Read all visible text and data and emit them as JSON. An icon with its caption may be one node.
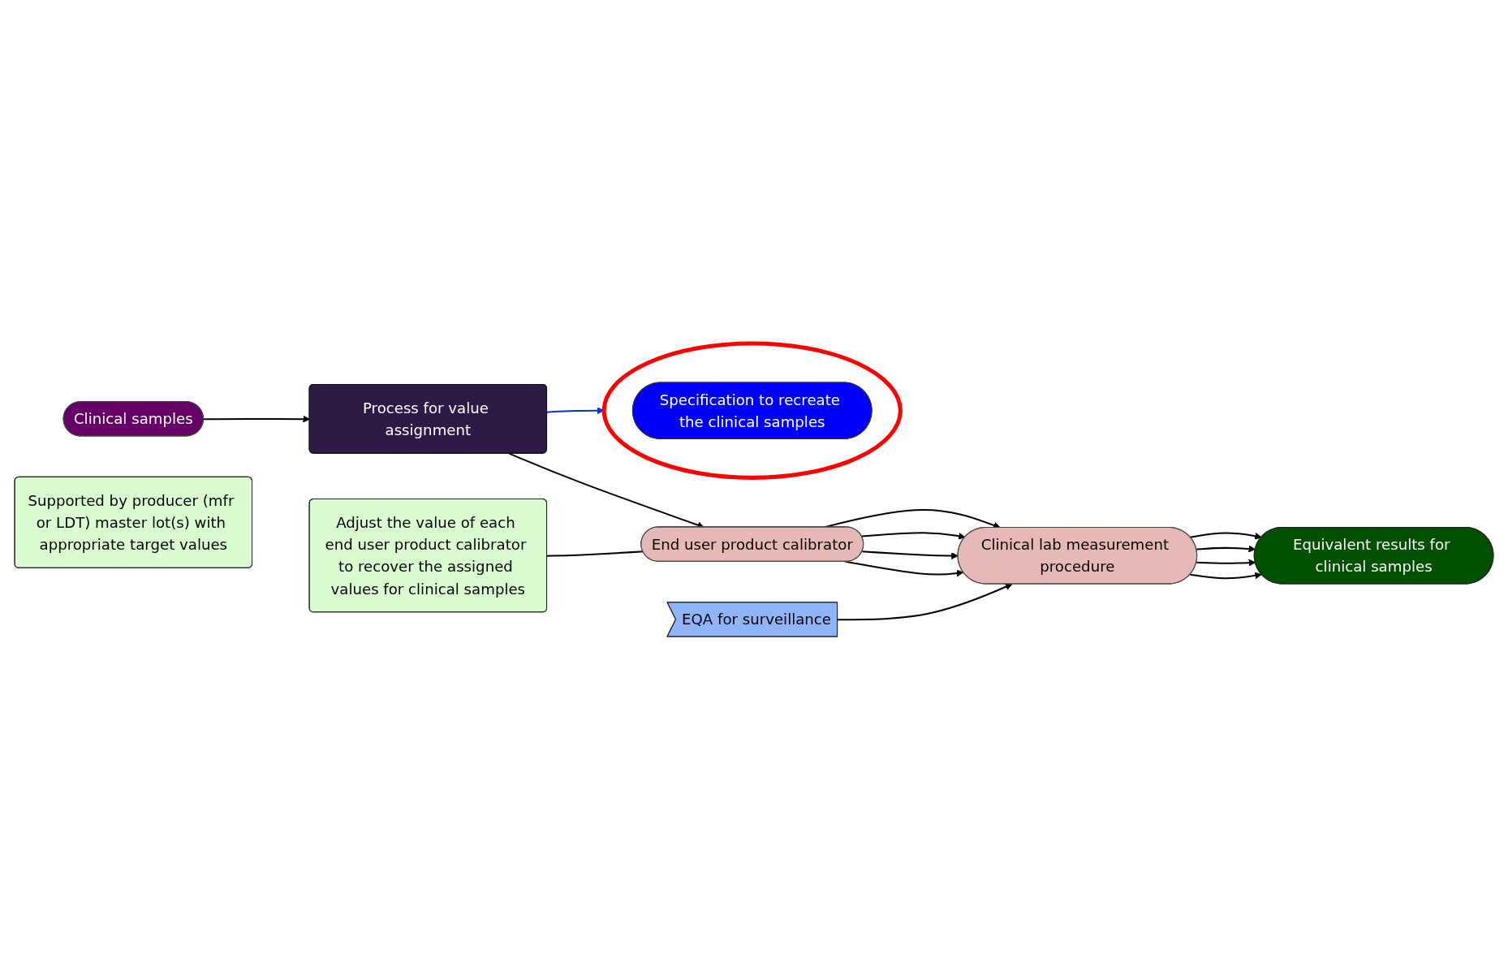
{
  "diagram": {
    "nodes": [
      {
        "text": [
          "Clinical samples"
        ]
      },
      {
        "text": [
          "Process for value assignment"
        ]
      },
      {
        "text": [],
        "shape": "circle"
      },
      {
        "text": [
          "Specification to recreate the clinical samples"
        ],
        "in": 2
      },
      {
        "text": [
          "End user product calibrator"
        ]
      },
      {
        "text": [
          "Adjust the value of each end user product calibrator to recover the assigned values for clinical samples"
        ]
      },
      {
        "text": [
          "Supported by producer (mfr or LDT) master lot(s) with appropriate target values"
        ]
      },
      {
        "text": [
          "Clinical lab measurement procedure"
        ]
      },
      {
        "text": [
          "EQA for surveillance"
        ]
      },
      {
        "text": [
          "Equivalent results for clinical samples"
        ]
      }
    ],
    "edges": [
      {
        "from": 0,
        "to": 1,
        "arrow": "to"
      },
      {
        "from": 1,
        "to": 2,
        "arrow": "to",
        "color": "#0033cc"
      },
      {
        "from": 1,
        "to": 4,
        "arrow": "to"
      },
      {
        "from": 5,
        "to": 4,
        "arrow": "none"
      },
      {
        "from": 4,
        "to": 7,
        "arrow": "to"
      },
      {
        "from": 4,
        "to": 7,
        "arrow": "to"
      },
      {
        "from": 4,
        "to": 7,
        "arrow": "to"
      },
      {
        "from": 4,
        "to": 7,
        "arrow": "to"
      },
      {
        "from": 8,
        "to": 7,
        "arrow": "to"
      },
      {
        "from": 7,
        "to": 9,
        "arrow": "to"
      },
      {
        "from": 7,
        "to": 9,
        "arrow": "to"
      },
      {
        "from": 7,
        "to": 9,
        "arrow": "to"
      },
      {
        "from": 7,
        "to": 9,
        "arrow": "to"
      }
    ]
  }
}
